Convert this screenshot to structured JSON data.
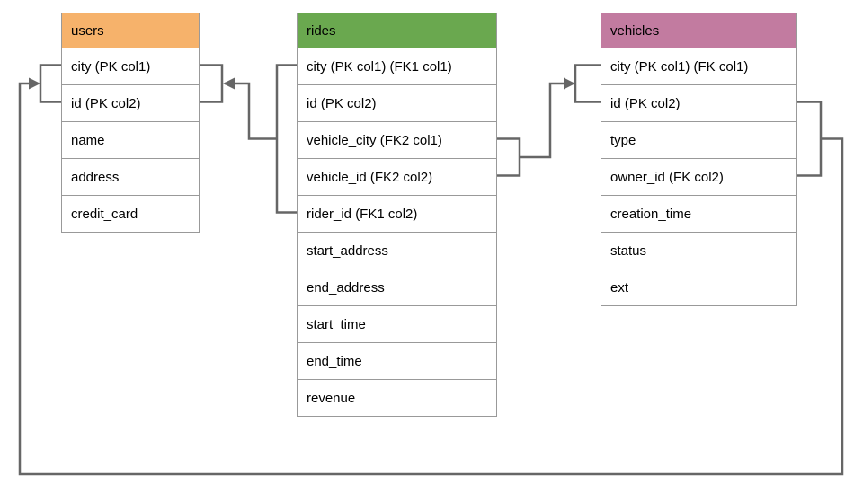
{
  "page": {
    "background": "#ffffff"
  },
  "diagram": {
    "type": "entity-relationship-schema",
    "connector_color": "#666666",
    "grid_color": "#999999",
    "text_color": "#000000",
    "tables": [
      {
        "name": "users",
        "header_color": "#f6b26b",
        "columns": [
          "city (PK col1)",
          "id (PK col2)",
          "name",
          "address",
          "credit_card"
        ]
      },
      {
        "name": "rides",
        "header_color": "#6aa84f",
        "columns": [
          "city (PK col1) (FK1 col1)",
          "id (PK col2)",
          "vehicle_city (FK2 col1)",
          "vehicle_id (FK2 col2)",
          "rider_id (FK1 col2)",
          "start_address",
          "end_address",
          "start_time",
          "end_time",
          "revenue"
        ]
      },
      {
        "name": "vehicles",
        "header_color": "#c27ba0",
        "columns": [
          "city (PK col1) (FK col1)",
          "id (PK col2)",
          "type",
          "owner_id (FK col2)",
          "creation_time",
          "status",
          "ext"
        ]
      }
    ],
    "relationships": [
      {
        "name": "rides-to-users",
        "from": "rides (city, rider_id) FK1",
        "to": "users (city, id) PK"
      },
      {
        "name": "rides-to-vehicles",
        "from": "rides (vehicle_city, vehicle_id) FK2",
        "to": "vehicles (city, id) PK"
      },
      {
        "name": "vehicles-to-users",
        "from": "vehicles (id, owner_id) FK",
        "to": "users (city, id) PK"
      }
    ]
  }
}
